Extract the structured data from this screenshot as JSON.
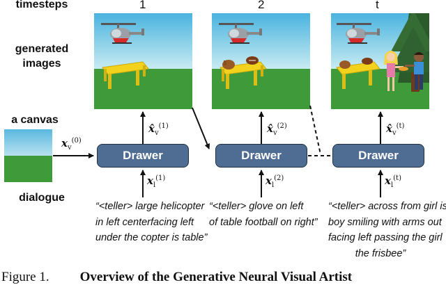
{
  "row_labels": {
    "timesteps": "timesteps",
    "generated_images": "generated\nimages",
    "canvas": "a canvas",
    "dialogue": "dialogue"
  },
  "steps": [
    "1",
    "2",
    "t"
  ],
  "drawer_label": "Drawer",
  "inputs": {
    "canvas_symbol": "x",
    "canvas_sub": "v",
    "canvas_sup": "(0)",
    "output_symbol": "x̂",
    "output_sub": "v",
    "dialog_symbol": "x",
    "dialog_sub": "l",
    "sups": [
      "(1)",
      "(2)",
      "(t)"
    ]
  },
  "dialogue": [
    [
      "“<teller> large helicopter",
      "in left centerfacing left",
      "under the copter is table”"
    ],
    [
      "“<teller> glove on left",
      "of table football on right”"
    ],
    [
      "“<teller> across from girl is",
      "boy smiling with arms out",
      "facing left passing the girl",
      "the frisbee”"
    ]
  ],
  "caption": {
    "figure": "Figure 1.",
    "title": "Overview of the Generative Neural Visual Artist"
  },
  "colors": {
    "drawer_fill": "#4f6d93",
    "sky": "#7fc6e6",
    "grass": "#3f9a3a"
  }
}
